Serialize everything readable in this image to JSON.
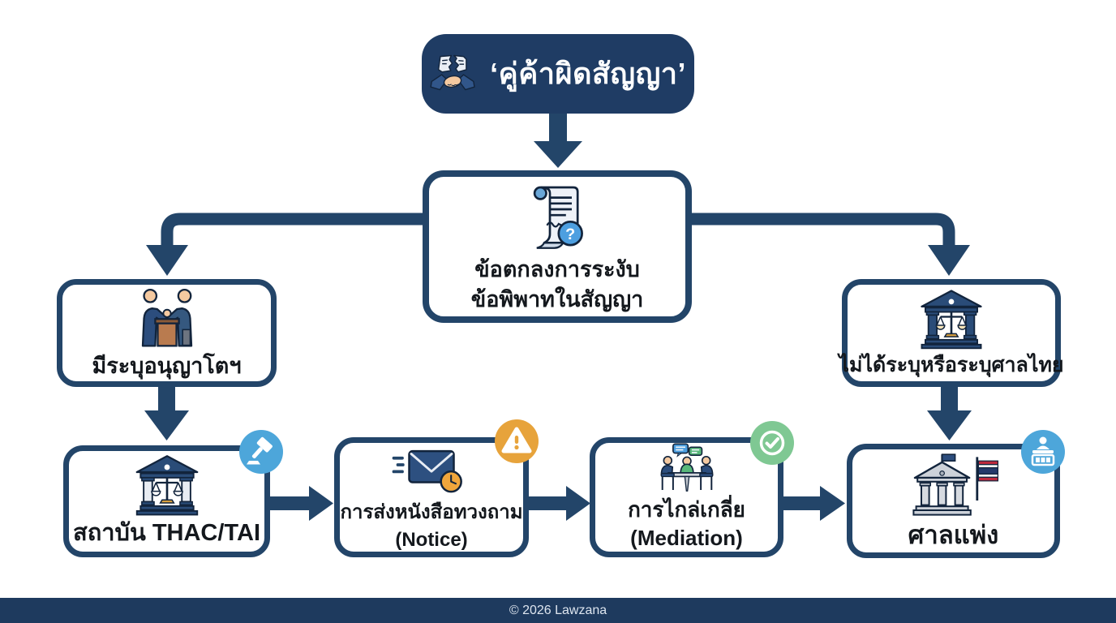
{
  "title_node": {
    "label": "‘คู่ค้าผิดสัญญา’",
    "icon": "broken-contract-handshake-icon"
  },
  "agreement_node": {
    "line1": "ข้อตกลงการระงับ",
    "line2": "ข้อพิพาทในสัญญา",
    "icon": "contract-question-icon"
  },
  "branch_nodes": {
    "arbitration": {
      "label": "มีระบุอนุญาโตฯ",
      "icon": "handshake-meeting-icon"
    },
    "thai_court": {
      "label": "ไม่ได้ระบุหรือระบุศาลไทย",
      "icon": "courthouse-scales-icon"
    }
  },
  "process_nodes": {
    "thac": {
      "label": "สถาบัน THAC/TAI",
      "icon": "courthouse-scales-icon",
      "badge": "gavel-badge"
    },
    "notice": {
      "line1": "การส่งหนังสือทวงถาม",
      "line2": "(Notice)",
      "icon": "mail-clock-icon",
      "badge": "warning-badge"
    },
    "mediation": {
      "line1": "การไกล่เกลี่ย",
      "line2": "(Mediation)",
      "icon": "mediation-discussion-icon",
      "badge": "check-badge"
    },
    "civil_court": {
      "label": "ศาลแพ่ง",
      "icon": "thai-courthouse-flag-icon",
      "badge": "judge-badge"
    }
  },
  "colors": {
    "navy_line": "#234569",
    "navy_fill": "#1f3c64",
    "badge_blue": "#4da6da",
    "badge_orange": "#e7a33b",
    "badge_green": "#7fc893",
    "footer_bg": "#1e3a5e"
  },
  "footer": {
    "copyright": "© 2026 Lawzana"
  }
}
